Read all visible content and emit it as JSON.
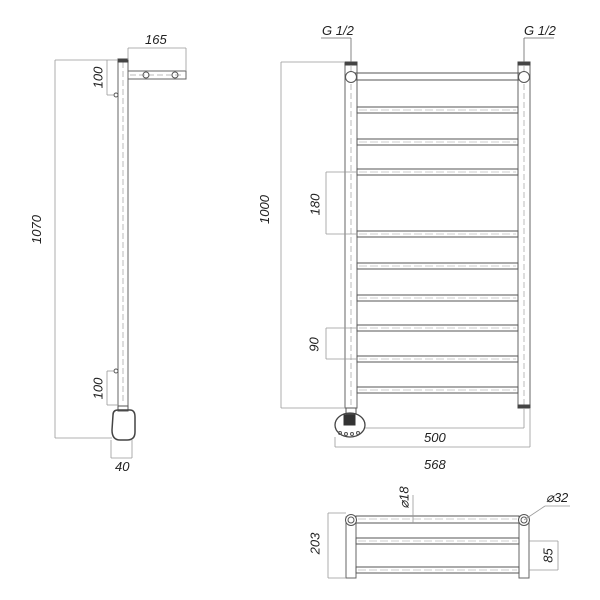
{
  "drawing": {
    "type": "technical drawing - electric heated towel rail",
    "stroke_color": "#555555",
    "dim_color": "#888888",
    "side_view": {
      "dimensions": {
        "bracket_depth": "165",
        "top_bracket_offset": "100",
        "bottom_bracket_offset": "100",
        "total_height": "1070",
        "heater_depth": "40"
      }
    },
    "front_view": {
      "connections": {
        "left": "G 1/2",
        "right": "G 1/2"
      },
      "dimensions": {
        "height": "1000",
        "rung_gap_large": "180",
        "rung_gap_small": "90",
        "center_distance": "500",
        "overall_width": "568"
      },
      "rung_count": 10
    },
    "top_view": {
      "dimensions": {
        "rung_diameter": "⌀18",
        "pipe_diameter": "⌀32",
        "depth": "203",
        "rung_spacing": "85"
      }
    }
  }
}
